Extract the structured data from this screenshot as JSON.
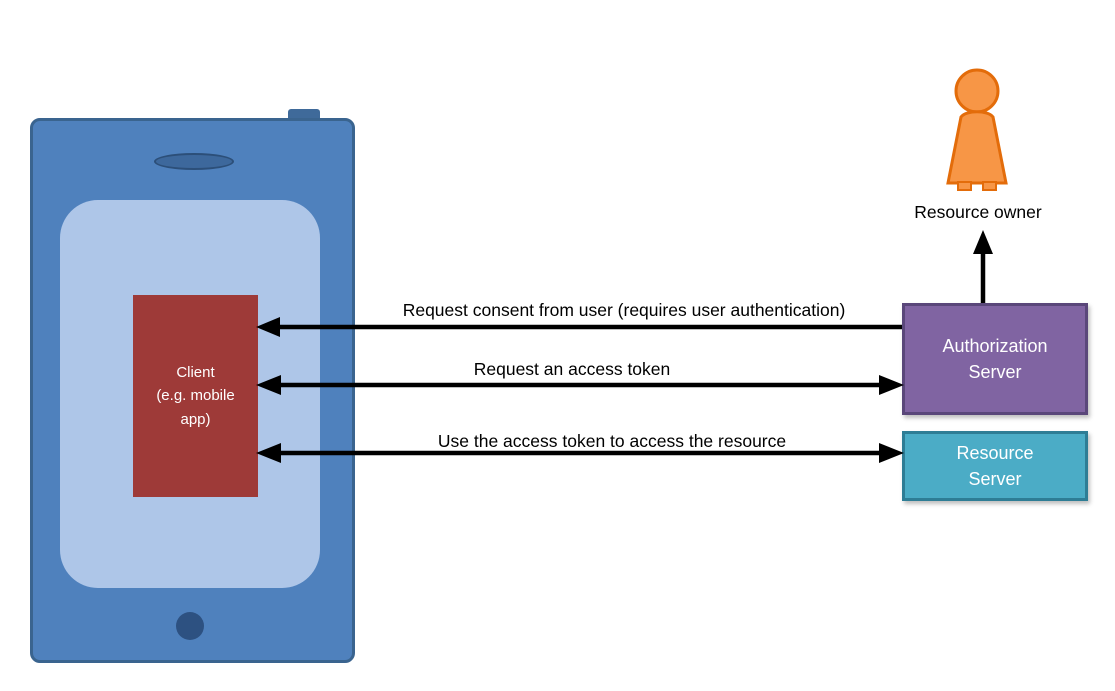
{
  "diagram": {
    "client": {
      "label": "Client\n(e.g. mobile\napp)"
    },
    "resource_owner": {
      "label": "Resource owner"
    },
    "authorization_server": {
      "label": "Authorization\nServer"
    },
    "resource_server": {
      "label": "Resource\nServer"
    },
    "arrows": [
      {
        "id": "request-consent",
        "label": "Request consent from user (requires user authentication)",
        "from": "authorization-server",
        "to": "client",
        "heads": "single"
      },
      {
        "id": "request-access-token",
        "label": "Request an access token",
        "from": "client",
        "to": "authorization-server",
        "heads": "double"
      },
      {
        "id": "use-access-token",
        "label": "Use the access token to access the resource",
        "from": "client",
        "to": "resource-server",
        "heads": "double"
      },
      {
        "id": "auth-to-owner",
        "from": "authorization-server",
        "to": "resource-owner",
        "heads": "single"
      }
    ],
    "colors": {
      "phone_body": "#4f81bd",
      "phone_border": "#3a648f",
      "phone_screen": "#aec6e8",
      "phone_home_button": "#2d5181",
      "client_box": "#9e3a38",
      "person_fill": "#f79646",
      "person_outline": "#e36c0a",
      "authorization_server": "#8064a2",
      "authorization_server_border": "#5a477a",
      "resource_server": "#4bacc6",
      "resource_server_border": "#2e7d95",
      "arrow": "#000000",
      "text_on_boxes": "#ffffff",
      "label_text": "#000000"
    }
  }
}
